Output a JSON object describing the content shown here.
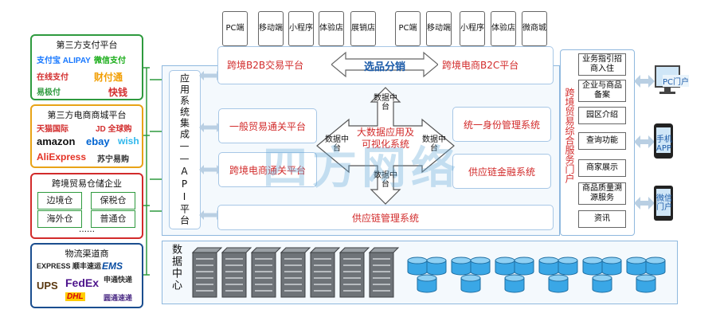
{
  "left": {
    "payment": {
      "title": "第三方支付平台",
      "logos": [
        "支付宝 ALIPAY",
        "微信支付",
        "在线支付",
        "财付通",
        "易极付",
        "快钱"
      ]
    },
    "ecommerce": {
      "title": "第三方电商商城平台",
      "logos": [
        "天猫国际",
        "JD 全球购",
        "amazon",
        "ebay",
        "wish",
        "AliExpress",
        "苏宁易购"
      ]
    },
    "warehouse": {
      "title": "跨境贸易仓储企业",
      "cells": [
        "边境仓",
        "保税仓",
        "海外仓",
        "普通仓"
      ],
      "more": "……"
    },
    "logistics": {
      "title": "物流渠道商",
      "logos": [
        "EXPRESS 顺丰速运",
        "EMS",
        "申通快递",
        "UPS",
        "FedEx",
        "DHL",
        "圆通速递"
      ]
    }
  },
  "api": {
    "label": "应用系统集成——API平台"
  },
  "top_left_channels": [
    "PC端",
    "移动端",
    "小程序",
    "体验店",
    "展销店"
  ],
  "top_right_channels": [
    "PC端",
    "移动端",
    "小程序",
    "体验店",
    "微商城"
  ],
  "b2b_label": "跨境B2B交易平台",
  "selection_label": "选品分销",
  "b2c_label": "跨境电商B2C平台",
  "general_trade": "一般贸易通关平台",
  "ecommerce_customs": "跨境电商通关平台",
  "bigdata": "大数据应用及可视化系统",
  "data_center_arrow": "数据中台",
  "identity": "统一身份管理系统",
  "supply_finance": "供应链金融系统",
  "supply_mgmt": "供应链管理系统",
  "portal": {
    "title": "跨境贸易综合服务门户",
    "items": [
      "业务指引招商入住",
      "企业与商品备案",
      "园区介绍",
      "查询功能",
      "商家展示",
      "商品质量溯源服务",
      "资讯"
    ]
  },
  "terminals": {
    "pc": "PC门户",
    "mobile": "手机APP",
    "wechat": "微信门户"
  },
  "datacenter": {
    "label": "数据中心"
  },
  "watermark": "四方网络",
  "colors": {
    "accent_red": "#d22b2b",
    "green": "#2e9a3e",
    "blue_border": "#8fb8de",
    "server": "#6e7378",
    "db": "#3aa7e6"
  }
}
